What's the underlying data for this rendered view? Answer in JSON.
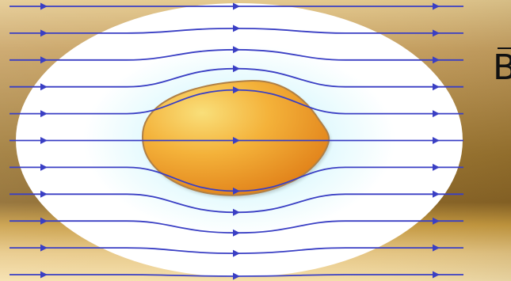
{
  "figure": {
    "field_symbol": "B",
    "field_symbol_is_vector": true,
    "colors": {
      "field_line": "#3a3fc4",
      "background_light": "#e6c686",
      "background_dark": "#8e6a2c",
      "medium_center": "#c8f4fb",
      "medium_edge": "#ffffff",
      "object_highlight": "#f7d36a",
      "object_shadow": "#e8881e",
      "object_outline": "#b78a4a"
    },
    "field_lines": 11,
    "arrows_per_line": 3
  }
}
